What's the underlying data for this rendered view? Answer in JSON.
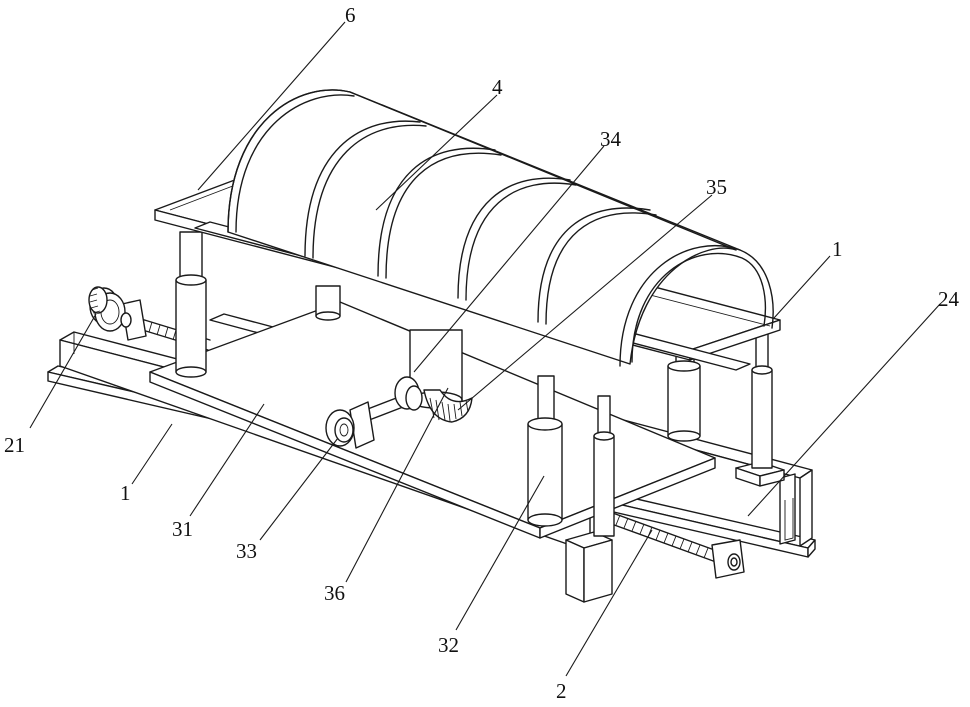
{
  "figure": {
    "labels": {
      "l6": "6",
      "l4": "4",
      "l34": "34",
      "l35": "35",
      "l1_right": "1",
      "l24": "24",
      "l21": "21",
      "l1_left": "1",
      "l31": "31",
      "l33": "33",
      "l36": "36",
      "l32": "32",
      "l2": "2"
    }
  }
}
